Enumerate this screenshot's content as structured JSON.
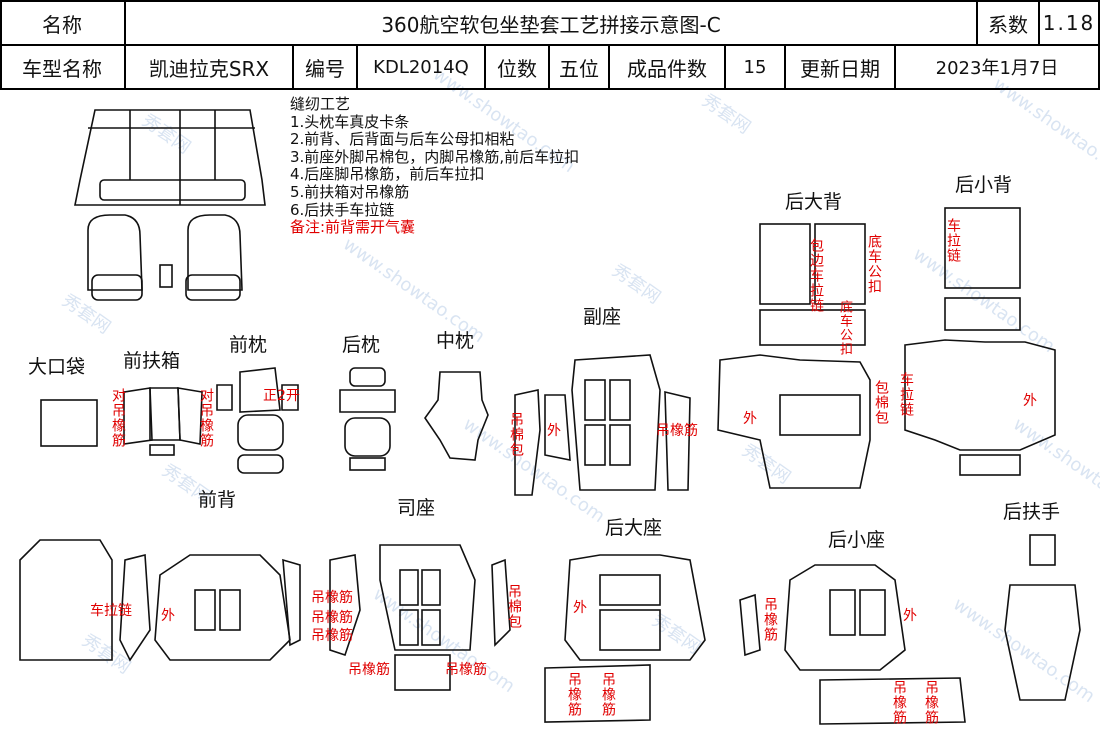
{
  "header": {
    "label_name": "名称",
    "doc_title": "360航空软包坐垫套工艺拼接示意图-C",
    "label_coef": "系数",
    "coef": "1.18",
    "label_model": "车型名称",
    "model": "凯迪拉克SRX",
    "label_code": "编号",
    "code": "KDL2014Q",
    "label_seats": "位数",
    "seats": "五位",
    "label_count": "成品件数",
    "count": "15",
    "label_date": "更新日期",
    "date": "2023年1月7日"
  },
  "notes": {
    "heading": "缝纫工艺",
    "items": [
      "1.头枕车真皮卡条",
      "2.前背、后背面与后车公母扣相粘",
      "3.前座外脚吊棉包，内脚吊橡筋,前后车拉扣",
      "4.后座脚吊橡筋，前后车拉扣",
      "5.前扶箱对吊橡筋",
      "6.后扶手车拉链"
    ],
    "remark": "备注:前背需开气囊"
  },
  "sections": {
    "pocket": "大口袋",
    "front_armbox": "前扶箱",
    "front_pillow": "前枕",
    "rear_pillow": "后枕",
    "mid_pillow": "中枕",
    "passenger": "副座",
    "rear_big_back": "后大背",
    "rear_small_back": "后小背",
    "front_back": "前背",
    "driver": "司座",
    "rear_big_seat": "后大座",
    "rear_small_seat": "后小座",
    "rear_armrest": "后扶手"
  },
  "marks": {
    "dui_diao_xiangjin": "对吊橡筋",
    "zheng_kai": "正2开",
    "diao_mianbao": "吊棉包",
    "wai": "外",
    "diao_xiangjin": "吊橡筋",
    "bao_bian_che_la_lian": "包边车拉链",
    "di_che_gong_kou": "底车公扣",
    "di_che_gong_kou_short": "底车公扣",
    "bao_mian_bao": "包棉包",
    "che_la_lian": "车拉链",
    "che_la_lian_h": "车拉链"
  },
  "watermark": {
    "cn": "秀套网",
    "url": "www.showtao.com"
  }
}
